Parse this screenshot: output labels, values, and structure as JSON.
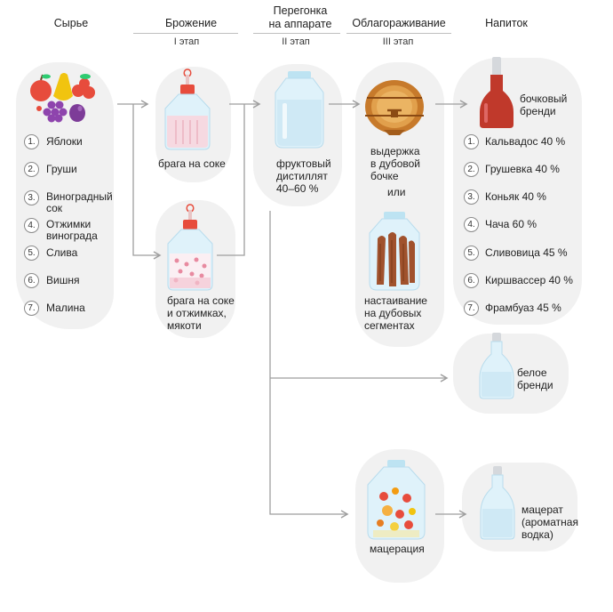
{
  "headers": {
    "raw": "Сырье",
    "fermentation": "Брожение",
    "fermentation_stage": "I этап",
    "distillation_line1": "Перегонка",
    "distillation_line2": "на аппарате",
    "distillation_stage": "II этап",
    "refinement": "Облагораживание",
    "refinement_stage": "III этап",
    "drink": "Напиток"
  },
  "raw_materials": [
    {
      "num": "1",
      "label": "Яблоки"
    },
    {
      "num": "2",
      "label": "Груши"
    },
    {
      "num": "3",
      "label": "Виноградный сок"
    },
    {
      "num": "4",
      "label": "Отжимки винограда"
    },
    {
      "num": "5",
      "label": "Слива"
    },
    {
      "num": "6",
      "label": "Вишня"
    },
    {
      "num": "7",
      "label": "Малина"
    }
  ],
  "fermentation": {
    "juice_mash": "брага на соке",
    "pomace_mash_line1": "брага на соке",
    "pomace_mash_line2": "и отжимках,",
    "pomace_mash_line3": "мякоти"
  },
  "distillate": {
    "line1": "фруктовый",
    "line2": "дистиллят",
    "line3": "40–60 %"
  },
  "refinement": {
    "barrel_line1": "выдержка",
    "barrel_line2": "в дубовой",
    "barrel_line3": "бочке",
    "or": "или",
    "segments_line1": "настаивание",
    "segments_line2": "на дубовых",
    "segments_line3": "сегментах",
    "maceration": "мацерация"
  },
  "drinks": {
    "cask_brandy_line1": "бочковый",
    "cask_brandy_line2": "бренди",
    "cask_list": [
      {
        "num": "1",
        "label": "Кальвадос 40 %"
      },
      {
        "num": "2",
        "label": "Грушевка 40 %"
      },
      {
        "num": "3",
        "label": "Коньяк 40 %"
      },
      {
        "num": "4",
        "label": "Чача 60 %"
      },
      {
        "num": "5",
        "label": "Сливовица 45 %"
      },
      {
        "num": "6",
        "label": "Киршвассер 40 %"
      },
      {
        "num": "7",
        "label": "Фрамбуаз 45 %"
      }
    ],
    "white_brandy_line1": "белое",
    "white_brandy_line2": "бренди",
    "macerate_line1": "мацерат",
    "macerate_line2": "(ароматная",
    "macerate_line3": "водка)"
  },
  "colors": {
    "arrow": "#9e9e9e",
    "blob": "#f1f1f1",
    "bottle_red": "#c0392b",
    "glass": "#cfe9f5",
    "lid": "#e74c3c",
    "wood": "#b5651d"
  }
}
